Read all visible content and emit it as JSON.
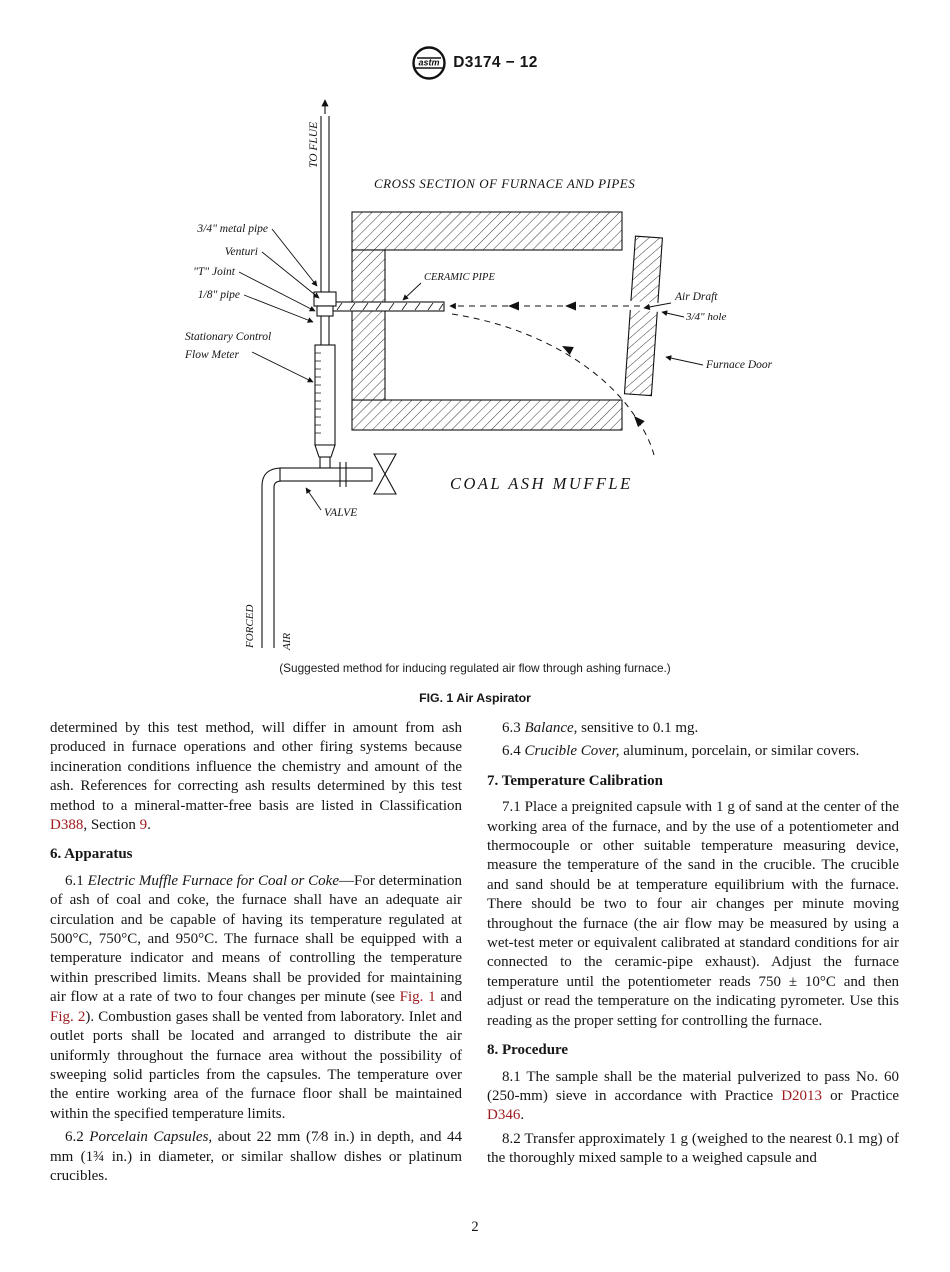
{
  "page": {
    "number": "2"
  },
  "header": {
    "logo_icon": "astm-logo",
    "doc_number": "D3174 − 12"
  },
  "figure": {
    "labels": {
      "to_flue": "TO FLUE",
      "cross_section": "CROSS SECTION OF FURNACE AND PIPES",
      "metal_pipe": "3/4\" metal pipe",
      "venturi": "Venturi",
      "t_joint": "\"T\" Joint",
      "eighth_pipe": "1/8\" pipe",
      "flow_meter_line1": "Stationary Control",
      "flow_meter_line2": "Flow Meter",
      "ceramic_pipe": "CERAMIC PIPE",
      "air_draft": "Air Draft",
      "hole": "3/4\" hole",
      "furnace_door": "Furnace Door",
      "coal_ash_muffle": "COAL ASH MUFFLE",
      "valve": "VALVE",
      "forced": "FORCED",
      "air": "AIR"
    },
    "note": "(Suggested method for inducing regulated air flow through ashing furnace.)",
    "caption": "FIG. 1 Air Aspirator"
  },
  "content": {
    "left_column": [
      {
        "type": "paragraph",
        "indent": false,
        "segments": [
          {
            "t": "determined by this test method, will differ in amount from ash produced in furnace operations and other firing systems because incineration conditions influence the chemistry and amount of the ash. References for correcting ash results determined by this test method to a mineral-matter-free basis are listed in Classification "
          },
          {
            "t": "D388",
            "style": "link"
          },
          {
            "t": ", Section "
          },
          {
            "t": "9",
            "style": "link"
          },
          {
            "t": "."
          }
        ]
      },
      {
        "type": "heading",
        "segments": [
          {
            "t": "6. Apparatus"
          }
        ]
      },
      {
        "type": "paragraph",
        "segments": [
          {
            "t": "6.1 "
          },
          {
            "t": "Electric Muffle Furnace for Coal or Coke",
            "style": "italic"
          },
          {
            "t": "—For determination of ash of coal and coke, the furnace shall have an adequate air circulation and be capable of having its temperature regulated at 500°C, 750°C, and 950°C. The furnace shall be equipped with a temperature indicator and means of controlling the temperature within prescribed limits. Means shall be provided for maintaining air flow at a rate of two to four changes per minute (see "
          },
          {
            "t": "Fig. 1",
            "style": "link"
          },
          {
            "t": " and "
          },
          {
            "t": "Fig. 2",
            "style": "link"
          },
          {
            "t": "). Combustion gases shall be vented from laboratory. Inlet and outlet ports shall be located and arranged to distribute the air uniformly throughout the furnace area without the possibility of sweeping solid particles from the capsules. The temperature over the entire working area of the furnace floor shall be maintained within the specified temperature limits."
          }
        ]
      },
      {
        "type": "paragraph",
        "segments": [
          {
            "t": "6.2 "
          },
          {
            "t": "Porcelain Capsules,",
            "style": "italic"
          },
          {
            "t": " about 22 mm (7⁄8 in.) in depth, and 44 mm (1¾ in.) in diameter, or similar shallow dishes or platinum crucibles."
          }
        ]
      }
    ],
    "right_column": [
      {
        "type": "paragraph",
        "segments": [
          {
            "t": "6.3 "
          },
          {
            "t": "Balance,",
            "style": "italic"
          },
          {
            "t": " sensitive to 0.1 mg."
          }
        ]
      },
      {
        "type": "paragraph",
        "segments": [
          {
            "t": "6.4 "
          },
          {
            "t": "Crucible Cover,",
            "style": "italic"
          },
          {
            "t": " aluminum, porcelain, or similar covers."
          }
        ]
      },
      {
        "type": "heading",
        "segments": [
          {
            "t": "7. Temperature Calibration"
          }
        ]
      },
      {
        "type": "paragraph",
        "segments": [
          {
            "t": "7.1 Place a preignited capsule with 1 g of sand at the center of the working area of the furnace, and by the use of a potentiometer and thermocouple or other suitable temperature measuring device, measure the temperature of the sand in the crucible. The crucible and sand should be at temperature equilibrium with the furnace. There should be two to four air changes per minute moving throughout the furnace (the air flow may be measured by using a wet-test meter or equivalent calibrated at standard conditions for air connected to the ceramic-pipe exhaust). Adjust the furnace temperature until the potentiometer reads 750 ± 10°C and then adjust or read the temperature on the indicating pyrometer. Use this reading as the proper setting for controlling the furnace."
          }
        ]
      },
      {
        "type": "heading",
        "segments": [
          {
            "t": "8. Procedure"
          }
        ]
      },
      {
        "type": "paragraph",
        "segments": [
          {
            "t": "8.1 The sample shall be the material pulverized to pass No. 60 (250-mm) sieve in accordance with Practice "
          },
          {
            "t": "D2013",
            "style": "link"
          },
          {
            "t": " or Practice "
          },
          {
            "t": "D346",
            "style": "link"
          },
          {
            "t": "."
          }
        ]
      },
      {
        "type": "paragraph",
        "segments": [
          {
            "t": "8.2 Transfer approximately 1 g (weighed to the nearest 0.1 mg) of the thoroughly mixed sample to a weighed capsule and"
          }
        ]
      }
    ]
  },
  "colors": {
    "link": "#9d1c20",
    "ink": "#161616"
  }
}
